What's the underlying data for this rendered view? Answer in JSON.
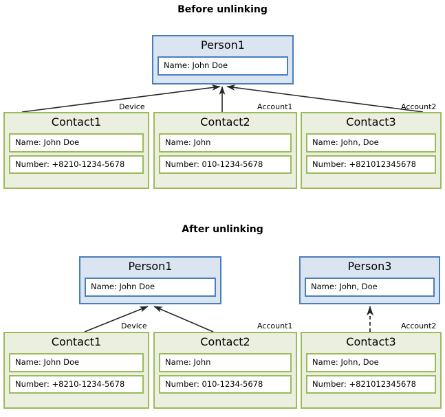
{
  "sections": [
    {
      "id": "before",
      "title": "Before unlinking"
    },
    {
      "id": "after",
      "title": "After unlinking"
    }
  ],
  "colors": {
    "person_border": "#4a7ebb",
    "person_fill": "#dbe5f1",
    "contact_border": "#9bbb59",
    "contact_fill": "#ebefdf",
    "edge": "#262626",
    "text": "#000000",
    "background": "#ffffff"
  },
  "before": {
    "person": {
      "title": "Person1",
      "fields": [
        "Name:  John Doe"
      ]
    },
    "contacts": [
      {
        "title": "Contact1",
        "fields": [
          "Name:  John Doe",
          "Number:  +8210-1234-5678"
        ]
      },
      {
        "title": "Contact2",
        "fields": [
          "Name:  John",
          "Number: 010-1234-5678"
        ]
      },
      {
        "title": "Contact3",
        "fields": [
          "Name:  John, Doe",
          "Number:  +821012345678"
        ]
      }
    ],
    "edge_labels": [
      "Device",
      "Account1",
      "Account2"
    ],
    "edge_styles": [
      "solid",
      "solid",
      "solid"
    ]
  },
  "after": {
    "persons": [
      {
        "title": "Person1",
        "fields": [
          "Name:  John Doe"
        ]
      },
      {
        "title": "Person3",
        "fields": [
          "Name:  John, Doe"
        ]
      }
    ],
    "contacts": [
      {
        "title": "Contact1",
        "fields": [
          "Name:  John Doe",
          "Number:  +8210-1234-5678"
        ]
      },
      {
        "title": "Contact2",
        "fields": [
          "Name:  John",
          "Number: 010-1234-5678"
        ]
      },
      {
        "title": "Contact3",
        "fields": [
          "Name:  John, Doe",
          "Number:  +821012345678"
        ]
      }
    ],
    "edge_labels": [
      "Device",
      "Account1",
      "Account2"
    ],
    "edge_styles": [
      "solid",
      "solid",
      "dashed"
    ]
  }
}
